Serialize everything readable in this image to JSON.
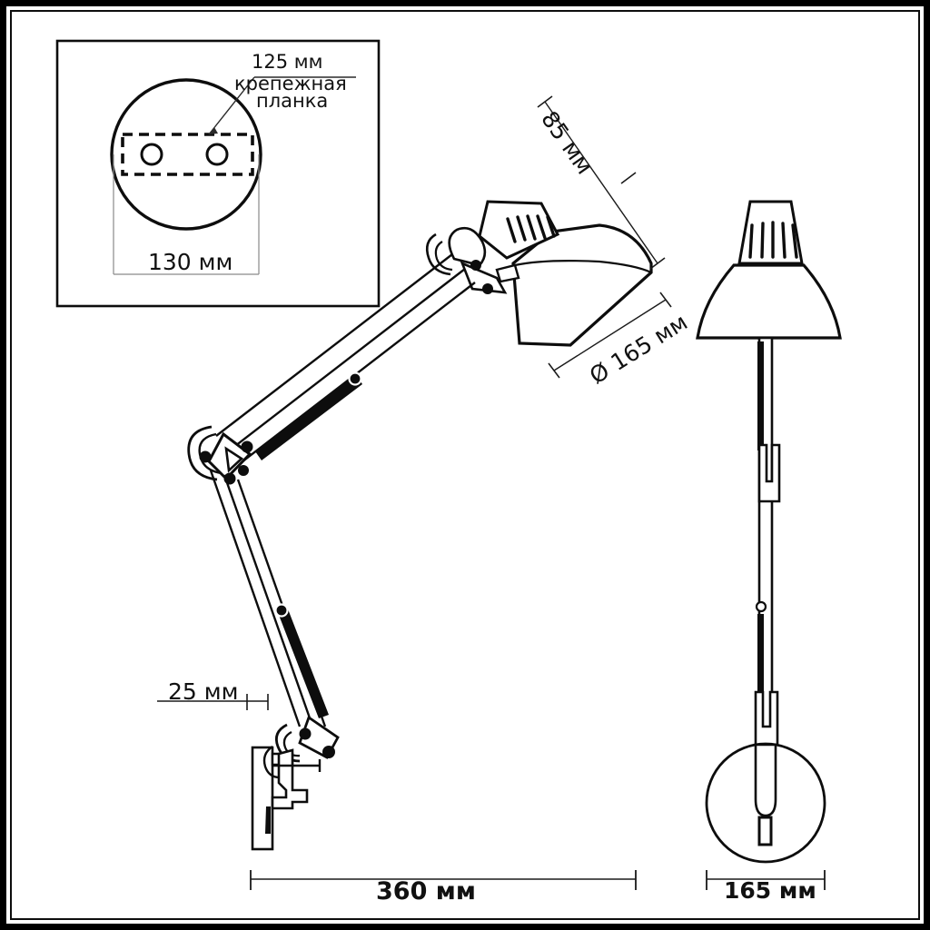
{
  "document": {
    "type": "technical-drawing",
    "subject": "adjustable wall-mounted swing-arm lamp",
    "unit": "мм"
  },
  "detail_inset": {
    "name": "wall-plate-detail",
    "callout_dimension": "125 мм",
    "callout_label_line1": "крепежная",
    "callout_label_line2": "планка",
    "diameter_dimension": "130 мм"
  },
  "dimensions": {
    "shade_height": "85 мм",
    "shade_diameter": "Ø 165 мм",
    "wall_offset": "25 мм",
    "total_reach": "360  мм",
    "side_width": "165 мм"
  },
  "colors": {
    "ink": "#111111",
    "line": "#0d0d0d",
    "thin": "#8a8a8a",
    "paper": "#ffffff",
    "border": "#000000"
  }
}
